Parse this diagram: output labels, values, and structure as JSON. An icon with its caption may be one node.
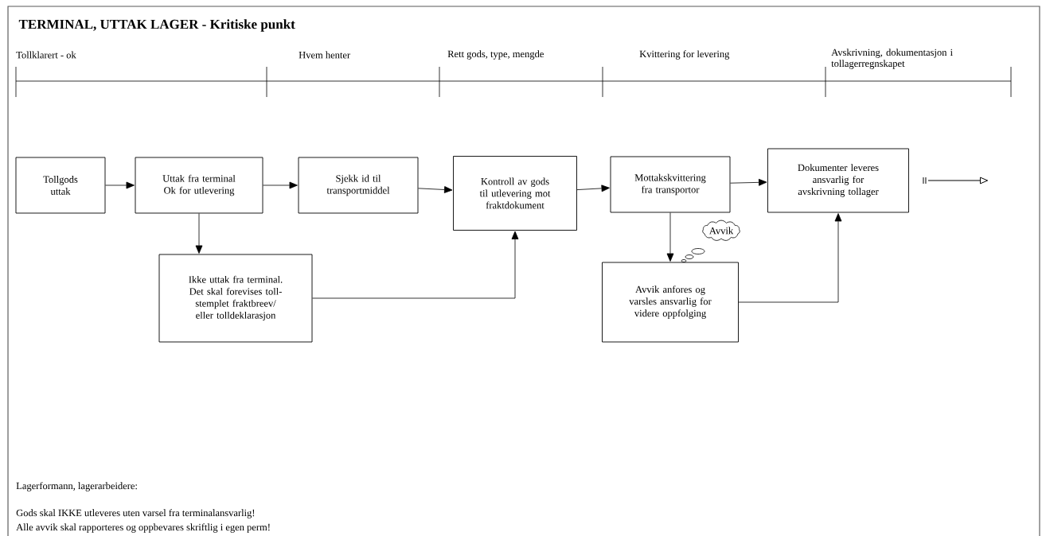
{
  "diagram": {
    "title": "TERMINAL, UTTAK LAGER - Kritiske punkt",
    "nodes": [
      {
        "text": [
          "Tollgods uttak"
        ]
      },
      {
        "text": [
          "Uttak fra terminal Ok for utlevering"
        ]
      },
      {
        "text": [
          "Sjekk id til transportmiddel"
        ]
      },
      {
        "text": [
          "Kontroll av gods til utlevering mot fraktdokument"
        ]
      },
      {
        "text": [
          "Mottakskvittering fra transportor"
        ]
      },
      {
        "text": [
          "Dokumenter leveres ansvarlig for avskrivning tollager"
        ]
      },
      {
        "text": [
          "Ikke uttak fra terminal. Det skal forevises toll-stemplet fraktbreev/ eller tolldeklarasjon"
        ]
      },
      {
        "text": [
          "Avvik anfores og varsles ansvarlig for videre oppfolging"
        ]
      },
      {
        "text": [
          "Avvik"
        ]
      }
    ],
    "edges": [
      {
        "from": 0,
        "to": 1,
        "arrow": "to"
      },
      {
        "from": 1,
        "to": 2,
        "arrow": "to"
      },
      {
        "from": 2,
        "to": 3,
        "arrow": "to"
      },
      {
        "from": 3,
        "to": 4,
        "arrow": "to"
      },
      {
        "from": 4,
        "to": 5,
        "arrow": "to"
      },
      {
        "from": 1,
        "to": 6,
        "arrow": "to"
      },
      {
        "from": 6,
        "to": 3,
        "arrow": "to"
      },
      {
        "from": 4,
        "to": 7,
        "arrow": "to"
      },
      {
        "from": 7,
        "to": 5,
        "arrow": "to"
      },
      {
        "from": 5,
        "to": null,
        "arrow": "to"
      }
    ],
    "labels": [
      "Tollklarert - ok",
      "Hvem henter",
      "Rett gods, type, mengde",
      "Kvittering for levering",
      "Avskrivning, dokumentasjon i tollagerregnskapet",
      "Lagerformann, lagerarbeidere:",
      "Gods skal IKKE utleveres uten varsel fra terminalansvarlig!",
      "Alle avvik skal rapporteres og oppbevares skriftlig i egen perm!"
    ]
  }
}
